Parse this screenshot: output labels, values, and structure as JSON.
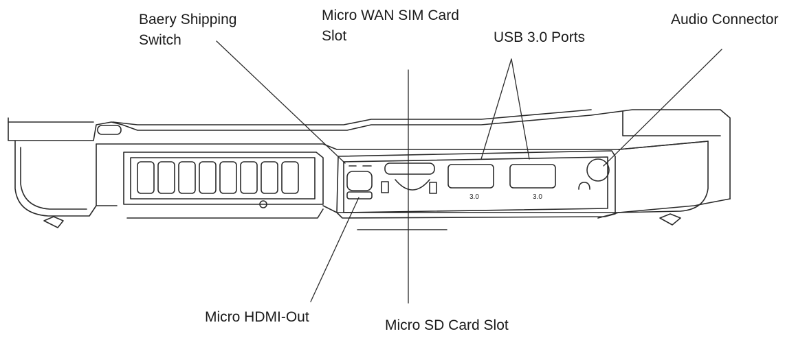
{
  "labels": {
    "battery_switch": "Baery Shipping\nSwitch",
    "sim_slot": "Micro WAN SIM Card\nSlot",
    "usb_ports": "USB 3.0 Ports",
    "audio": "Audio Connector",
    "hdmi": "Micro HDMI-Out",
    "sd_slot": "Micro SD Card Slot"
  },
  "port_marks": {
    "usb_left": "3.0",
    "usb_right": "3.0"
  },
  "colors": {
    "line": "#2a2a2a",
    "text": "#1a1a1a"
  }
}
